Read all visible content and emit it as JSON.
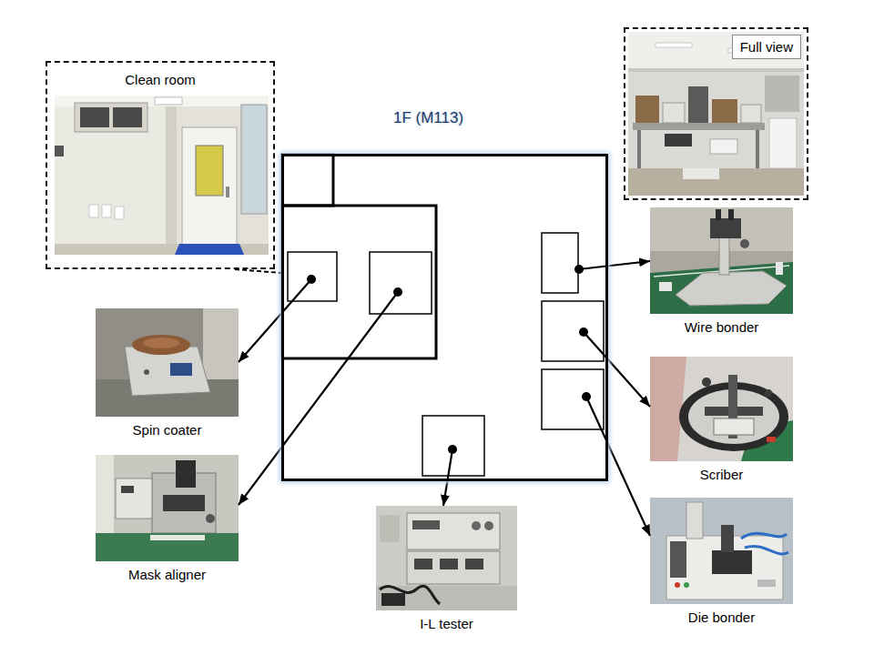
{
  "diagram": {
    "nodes": [
      {
        "text": [
          "1F (M113)"
        ]
      },
      {
        "text": [
          "Clean room"
        ]
      },
      {
        "text": [
          "Full view"
        ]
      },
      {
        "text": [
          "Wire bonder"
        ]
      },
      {
        "text": [
          "Scriber"
        ]
      },
      {
        "text": [
          "Die bonder"
        ]
      },
      {
        "text": [
          "I-L tester"
        ]
      },
      {
        "text": [
          "Spin coater"
        ]
      },
      {
        "text": [
          "Mask aligner"
        ]
      }
    ],
    "edges": [
      {
        "from": 1,
        "to": 0,
        "arrow": "none"
      },
      {
        "from": 0,
        "to": 3,
        "arrow": "to"
      },
      {
        "from": 0,
        "to": 4,
        "arrow": "to"
      },
      {
        "from": 0,
        "to": 5,
        "arrow": "to"
      },
      {
        "from": 0,
        "to": 6,
        "arrow": "to"
      },
      {
        "from": 0,
        "to": 7,
        "arrow": "to"
      },
      {
        "from": 0,
        "to": 8,
        "arrow": "to"
      }
    ]
  }
}
